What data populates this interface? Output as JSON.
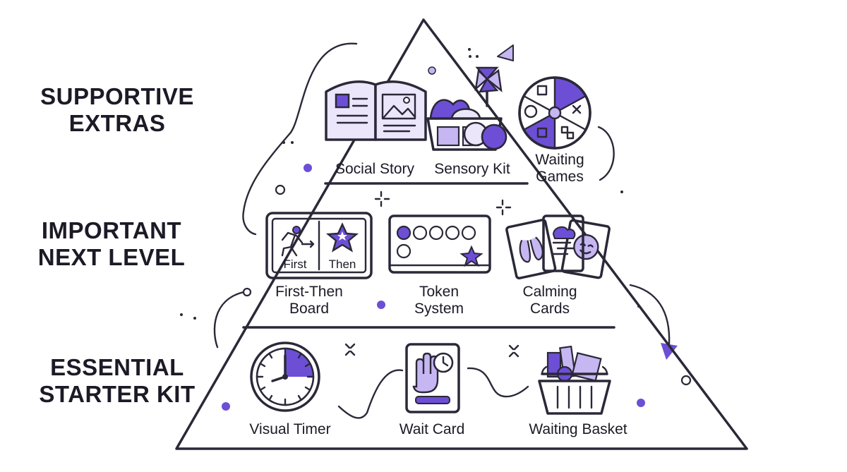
{
  "tiers": {
    "top": {
      "label": "SUPPORTIVE\nEXTRAS",
      "items": [
        "Social Story",
        "Sensory Kit",
        "Waiting\nGames"
      ]
    },
    "middle": {
      "label": "IMPORTANT\nNEXT LEVEL",
      "items": [
        "First-Then\nBoard",
        "Token\nSystem",
        "Calming\nCards"
      ],
      "board_left_text": "First",
      "board_right_text": "Then"
    },
    "bottom": {
      "label": "ESSENTIAL\nSTARTER KIT",
      "items": [
        "Visual Timer",
        "Wait Card",
        "Waiting Basket"
      ]
    }
  },
  "token_system": {
    "tokens_total": 6,
    "tokens_filled": 1
  },
  "visual_timer": {
    "fill_fraction": 0.25
  },
  "colors": {
    "accent": "#6d4fd6",
    "accent_light": "#c6b6f2",
    "accent_pale": "#ece6fb",
    "ink": "#2b2838"
  },
  "icons": {
    "social_story": "open-book-icon",
    "sensory_kit": "sensory-basket-icon",
    "waiting_games": "game-spinner-icon",
    "first_then": "first-then-board-icon",
    "token_system": "token-board-icon",
    "calming_cards": "calming-cards-icon",
    "visual_timer": "clock-timer-icon",
    "wait_card": "wait-hand-card-icon",
    "waiting_basket": "basket-icon"
  }
}
